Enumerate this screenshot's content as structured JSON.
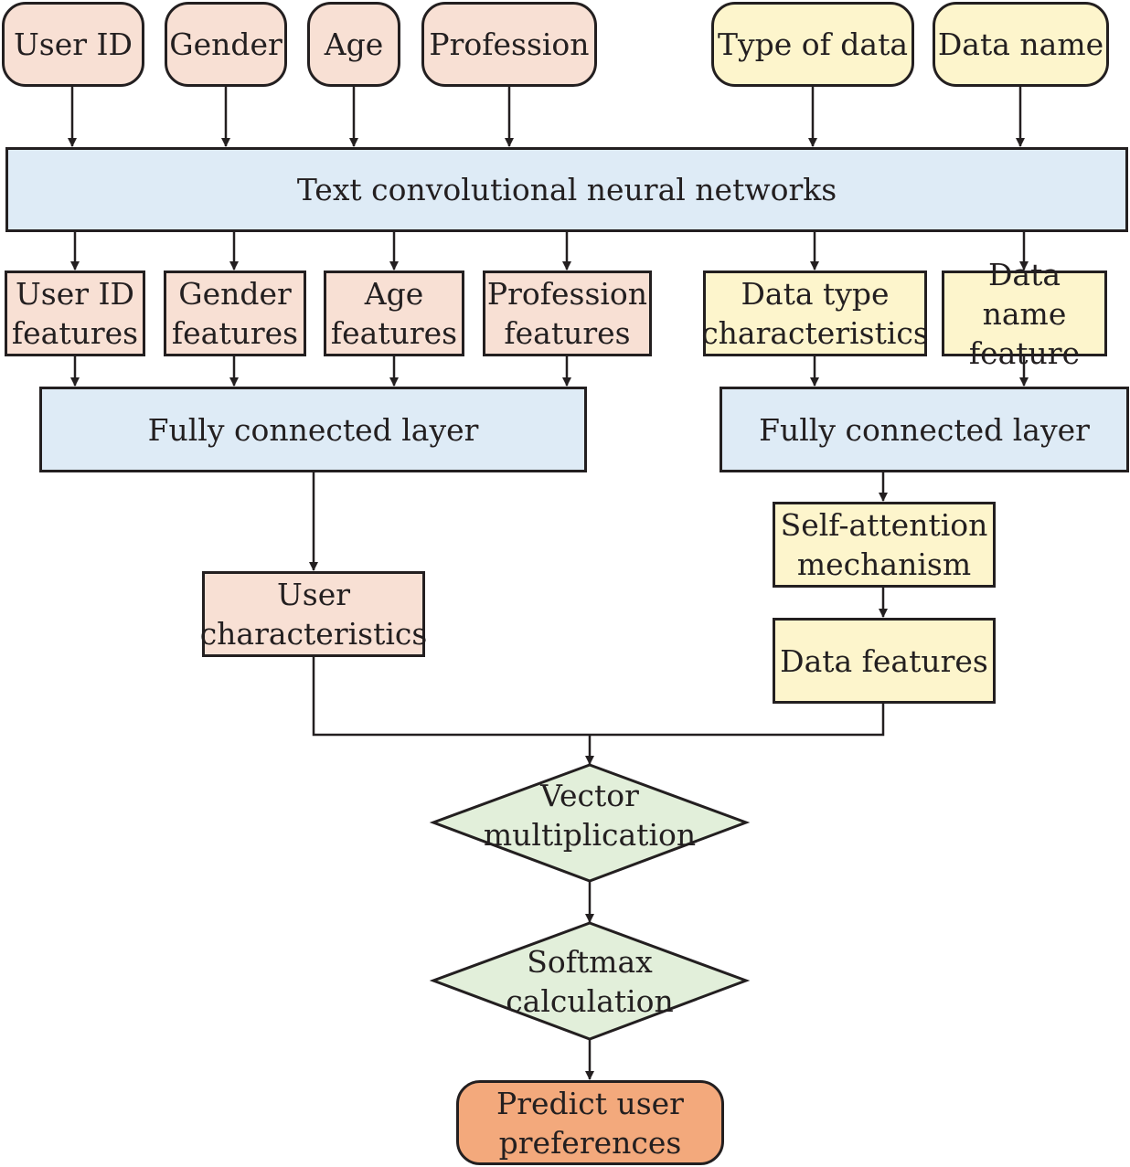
{
  "inputs": {
    "user_id": "User ID",
    "gender": "Gender",
    "age": "Age",
    "profession": "Profession",
    "type_of_data": "Type of data",
    "data_name": "Data name"
  },
  "textcnn": "Text convolutional neural networks",
  "features": {
    "user_id": [
      "User ID",
      "features"
    ],
    "gender": [
      "Gender",
      "features"
    ],
    "age": [
      "Age",
      "features"
    ],
    "profession": [
      "Profession",
      "features"
    ],
    "data_type": [
      "Data type",
      "characteristics"
    ],
    "data_name": [
      "Data name",
      "feature"
    ]
  },
  "fc_left": "Fully connected layer",
  "fc_right": "Fully connected layer",
  "self_attention": [
    "Self-attention",
    "mechanism"
  ],
  "user_characteristics": [
    "User",
    "characteristics"
  ],
  "data_features": "Data features",
  "vector_multiplication": [
    "Vector",
    "multiplication"
  ],
  "softmax": [
    "Softmax",
    "calculation"
  ],
  "predict": [
    "Predict user",
    "preferences"
  ],
  "colors": {
    "user_fill": "#f8e0d4",
    "data_fill": "#fdf5cc",
    "process_fill": "#deebf6",
    "decision_fill": "#e2efda",
    "output_fill": "#f3a97c",
    "stroke": "#231f20"
  }
}
